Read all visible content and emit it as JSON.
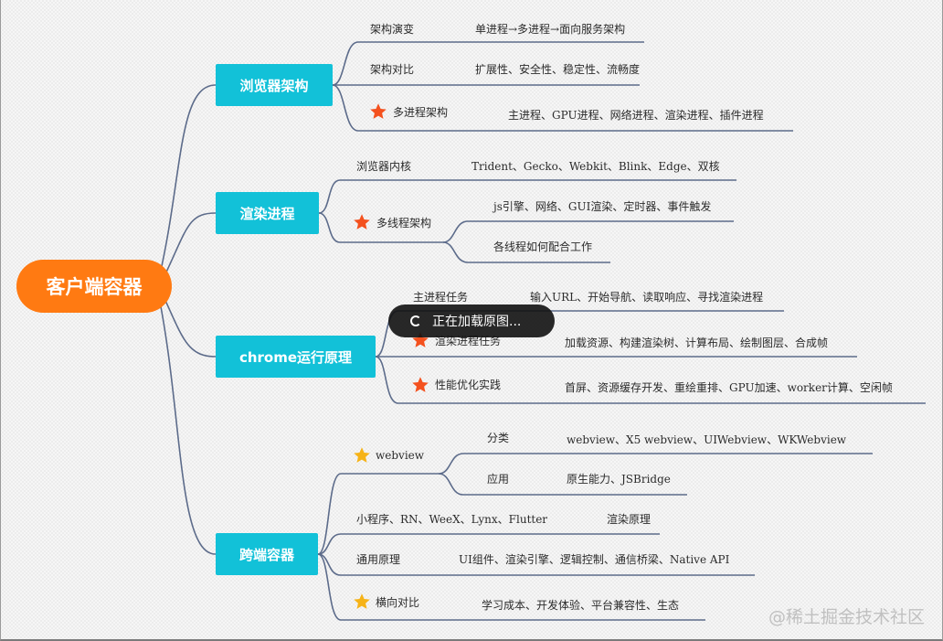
{
  "root": "客户端容器",
  "categories": {
    "browser": "浏览器架构",
    "render": "渲染进程",
    "chrome": "chrome运行原理",
    "cross": "跨端容器"
  },
  "browser": {
    "evolution_label": "架构演变",
    "evolution_value": "单进程→多进程→面向服务架构",
    "compare_label": "架构对比",
    "compare_value": "扩展性、安全性、稳定性、流畅度",
    "multi_label": "多进程架构",
    "multi_value": "主进程、GPU进程、网络进程、渲染进程、插件进程"
  },
  "render": {
    "kernel_label": "浏览器内核",
    "kernel_value": "Trident、Gecko、Webkit、Blink、Edge、双核",
    "thread_label": "多线程架构",
    "thread_value1": "js引擎、网络、GUI渲染、定时器、事件触发",
    "thread_value2": "各线程如何配合工作"
  },
  "chrome": {
    "main_label": "主进程任务",
    "main_value": "输入URL、开始导航、读取响应、寻找渲染进程",
    "render_label": "渲染进程任务",
    "render_value": "加载资源、构建渲染树、计算布局、绘制图层、合成帧",
    "perf_label": "性能优化实践",
    "perf_value": "首屏、资源缓存开发、重绘重排、GPU加速、worker计算、空闲帧"
  },
  "cross": {
    "webview_label": "webview",
    "category_label": "分类",
    "category_value": "webview、X5 webview、UIWebview、WKWebview",
    "apply_label": "应用",
    "apply_value": "原生能力、JSBridge",
    "mini_label": "小程序、RN、WeeX、Lynx、Flutter",
    "mini_value": "渲染原理",
    "general_label": "通用原理",
    "general_value": "UI组件、渲染引擎、逻辑控制、通信桥梁、Native API",
    "compare_label": "横向对比",
    "compare_value": "学习成本、开发体验、平台兼容性、生态"
  },
  "toast": "正在加载原图...",
  "watermark": "@稀土掘金技术社区",
  "colors": {
    "root": "#ff7a12",
    "category": "#12c1d8",
    "line": "#5c6b8a",
    "star_red": "#f4511e",
    "star_gold": "#f6b318"
  },
  "icons": {
    "star": "star-icon",
    "spinner": "spinner-icon"
  }
}
